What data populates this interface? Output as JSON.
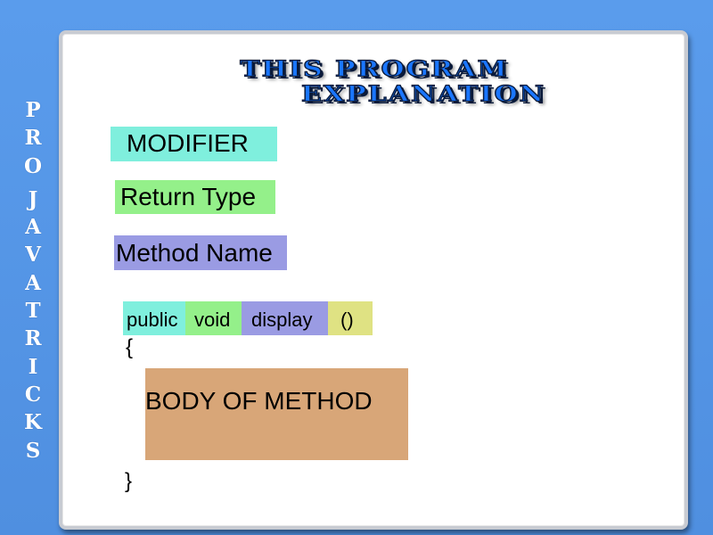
{
  "brand": {
    "letters": [
      "P",
      "R",
      "O",
      "",
      "J",
      "A",
      "V",
      "A",
      "T",
      "R",
      "I",
      "C",
      "K",
      "S"
    ],
    "name": "PRO JAVATRICKS"
  },
  "slide": {
    "title_line1": "THIS PROGRAM",
    "title_line2": "EXPLANATION",
    "legend": {
      "modifier": "MODIFIER",
      "return_type": "Return Type",
      "method_name": "Method Name"
    },
    "code": {
      "modifier": "public",
      "return_type": "void",
      "method_name": "display",
      "params": "()",
      "open_brace": "{",
      "body": "BODY OF METHOD",
      "close_brace": "}"
    }
  },
  "colors": {
    "background": "#5a9cec",
    "modifier": "#7fefdd",
    "return_type": "#94f08a",
    "method_name": "#9a9be3",
    "params": "#dfe283",
    "body": "#d8a678",
    "title": "#1a76ff"
  }
}
